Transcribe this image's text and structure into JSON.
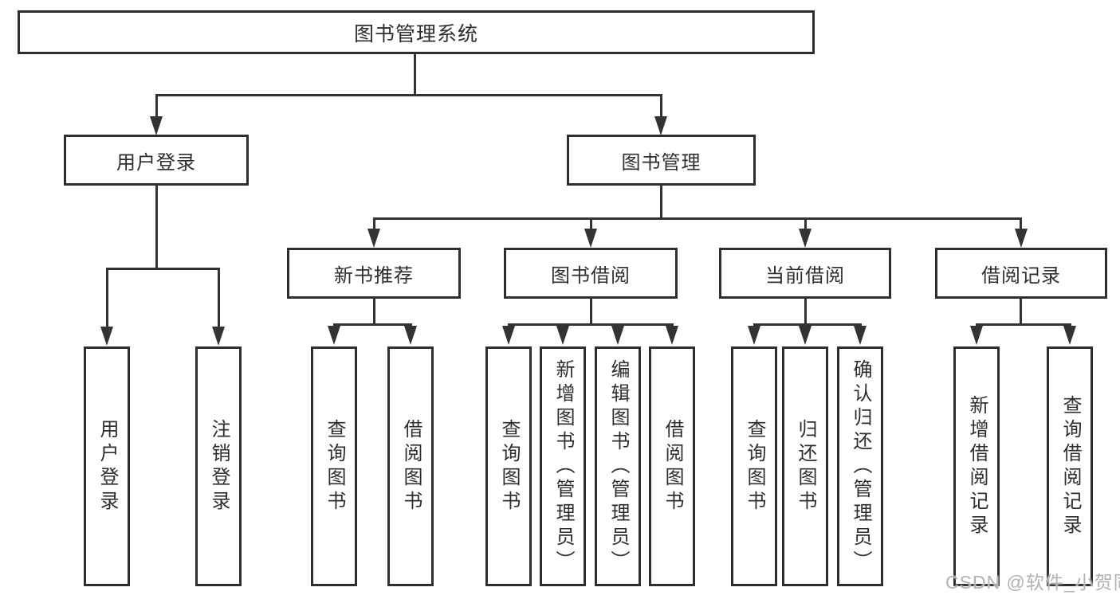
{
  "diagram": {
    "root": {
      "label": "图书管理系统"
    },
    "level2": [
      {
        "label": "用户登录"
      },
      {
        "label": "图书管理"
      }
    ],
    "level3": [
      {
        "label": "新书推荐",
        "parent": "图书管理"
      },
      {
        "label": "图书借阅",
        "parent": "图书管理"
      },
      {
        "label": "当前借阅",
        "parent": "图书管理"
      },
      {
        "label": "借阅记录",
        "parent": "图书管理"
      }
    ],
    "leaves": [
      {
        "label": "用户登录",
        "parent": "用户登录"
      },
      {
        "label": "注销登录",
        "parent": "用户登录"
      },
      {
        "label": "查询图书",
        "parent": "新书推荐"
      },
      {
        "label": "借阅图书",
        "parent": "新书推荐"
      },
      {
        "label": "查询图书",
        "parent": "图书借阅"
      },
      {
        "label": "新增图书（管理员）",
        "parent": "图书借阅"
      },
      {
        "label": "编辑图书（管理员）",
        "parent": "图书借阅"
      },
      {
        "label": "借阅图书",
        "parent": "图书借阅"
      },
      {
        "label": "查询图书",
        "parent": "当前借阅"
      },
      {
        "label": "归还图书",
        "parent": "当前借阅"
      },
      {
        "label": "确认归还（管理员）",
        "parent": "当前借阅"
      },
      {
        "label": "新增借阅记录",
        "parent": "借阅记录"
      },
      {
        "label": "查询借阅记录",
        "parent": "借阅记录"
      }
    ]
  },
  "watermark": {
    "text": "CSDN @软件_小贺同学",
    "color": "#b2b2b2"
  },
  "colors": {
    "line": "#333333",
    "border": "#2e2e2e",
    "text": "#2e2e2e",
    "background": "#ffffff"
  }
}
